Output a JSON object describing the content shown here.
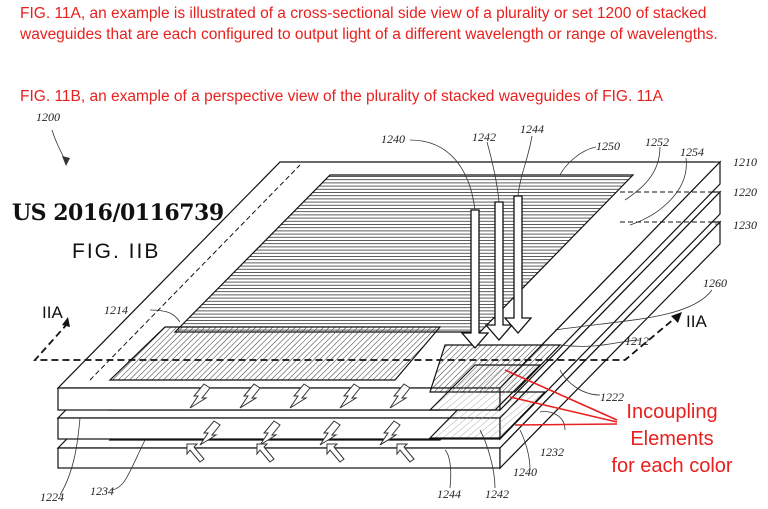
{
  "captions": {
    "fig11a": "FIG. 11A, an example is illustrated of a cross-sectional side view of a plurality or set 1200 of stacked waveguides that are each configured to output light of a different wavelength or range of wavelengths.",
    "fig11b": "FIG. 11B, an example of a perspective view of the plurality of stacked waveguides of FIG. 11A"
  },
  "patent_number": "US 2016/0116739",
  "figure_label": "FIG. IIB",
  "section_labels": {
    "left": "IIA",
    "right": "IIA"
  },
  "reference_numerals": {
    "set": "1200",
    "r1240_top": "1240",
    "r1242_top": "1242",
    "r1244_top": "1244",
    "r1250": "1250",
    "r1252": "1252",
    "r1254": "1254",
    "r1210": "1210",
    "r1220": "1220",
    "r1230": "1230",
    "r1260": "1260",
    "r1214": "1214",
    "r1212": "1212",
    "r1222": "1222",
    "r1232": "1232",
    "r1240_bot": "1240",
    "r1224": "1224",
    "r1234": "1234",
    "r1244_bot": "1244",
    "r1242_bot": "1242"
  },
  "annotation": {
    "line1": "Incoupling",
    "line2": "Elements",
    "line3": "for each color",
    "color": "#e8201e"
  }
}
